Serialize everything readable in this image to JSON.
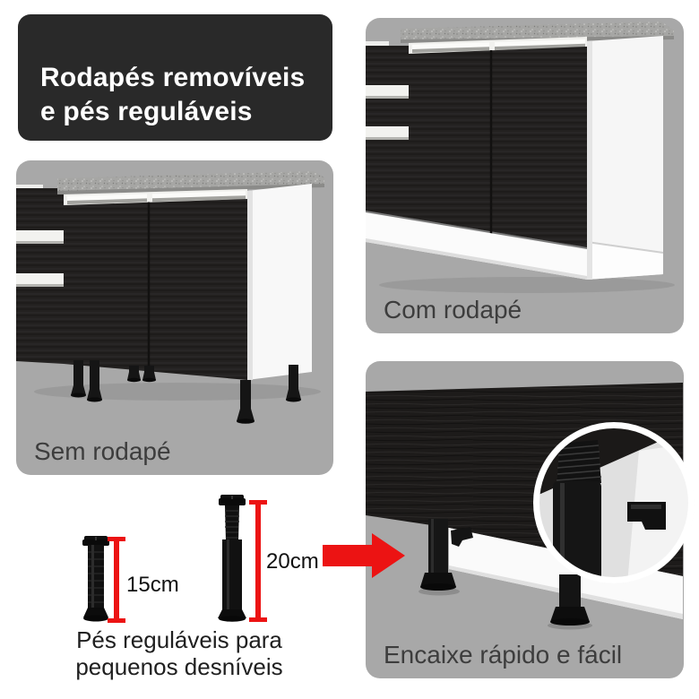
{
  "banner": {
    "line1": "Rodapés removíveis",
    "line2": "e pés reguláveis"
  },
  "panels": {
    "sem_rodape": {
      "caption": "Sem rodapé"
    },
    "com_rodape": {
      "caption": "Com rodapé"
    },
    "encaixe": {
      "caption": "Encaixe rápido e fácil"
    }
  },
  "feet_figure": {
    "short_foot_label": "15cm",
    "tall_foot_label": "20cm",
    "caption_line1": "Pés reguláveis para",
    "caption_line2": "pequenos desníveis"
  },
  "colors": {
    "accent_red": "#ec1313",
    "panel_gray": "#a8a8a8",
    "banner_bg": "#292929",
    "banner_text": "#ffffff",
    "caption_text": "#3d3d3d",
    "cabinet_black": "#211f1e",
    "cabinet_white": "#f6f6f6",
    "countertop_gray": "#a6a6a4"
  }
}
